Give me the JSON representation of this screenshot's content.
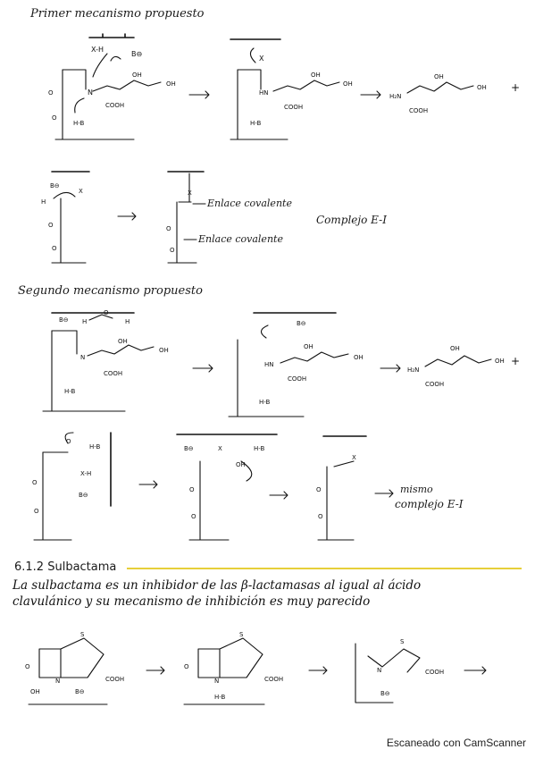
{
  "section1": {
    "title": "Primer mecanismo propuesto",
    "enlace1": "Enlace covalente",
    "enlace2": "Enlace covalente",
    "complejo": "Complejo E-I"
  },
  "section2": {
    "title": "Segundo mecanismo propuesto",
    "mismo_complejo_line1": "mismo",
    "mismo_complejo_line2": "complejo E-I"
  },
  "section3": {
    "heading": "6.1.2 Sulbactama",
    "paragraph_line1": "La sulbactama es un inhibidor de las β-lactamasas al igual al ácido",
    "paragraph_line2": "clavulánico y su mecanismo de inhibición es muy parecido"
  },
  "chem_labels": {
    "cooh": "COOH",
    "oh": "OH",
    "h2n": "H₂N",
    "hn": "HN",
    "hb": "H-B",
    "bneg": "B⊖",
    "xh": "X-H",
    "x": "X",
    "n": "N",
    "s": "S",
    "o": "O",
    "h": "H",
    "plus": "+"
  },
  "footer": "Escaneado con CamScanner"
}
